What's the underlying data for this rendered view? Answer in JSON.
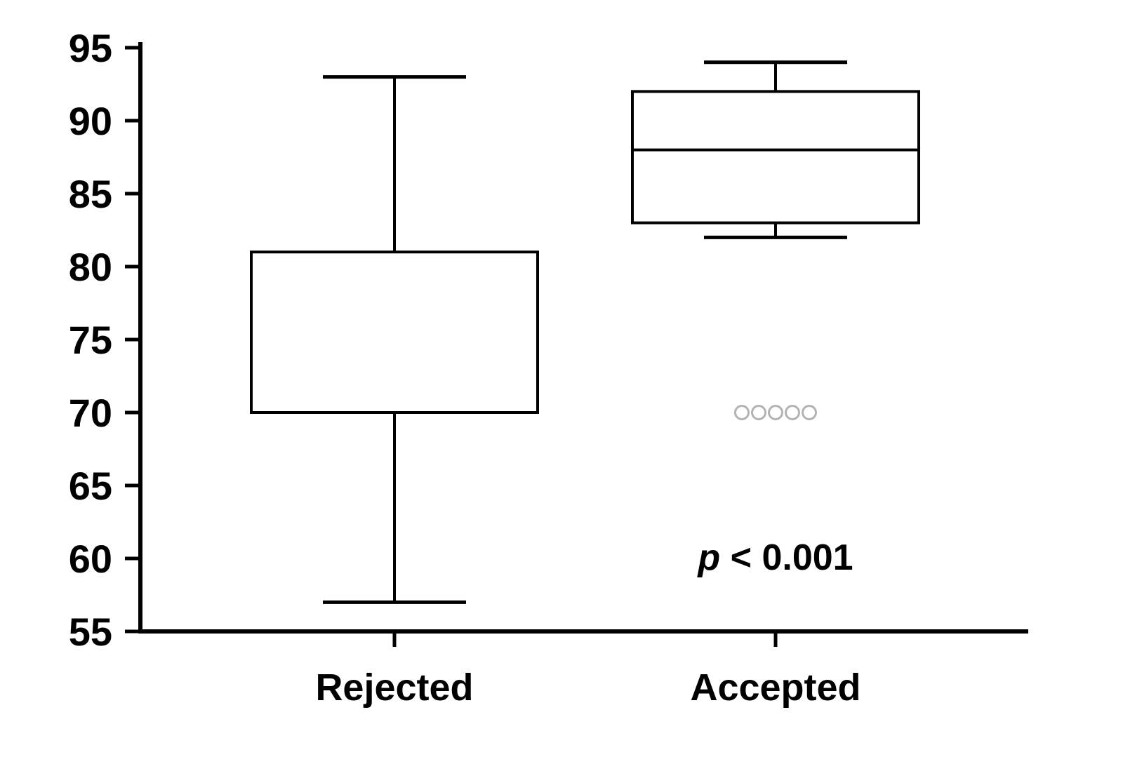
{
  "chart_data": {
    "type": "boxplot",
    "title": "",
    "xlabel": "",
    "ylabel": "",
    "ylim": [
      55,
      95
    ],
    "yticks": [
      95,
      90,
      85,
      80,
      75,
      70,
      65,
      60,
      55
    ],
    "categories": [
      "Rejected",
      "Accepted"
    ],
    "series": [
      {
        "name": "Rejected",
        "min": 57,
        "q1": 70,
        "median": 70,
        "q3": 81,
        "max": 93,
        "outliers": []
      },
      {
        "name": "Accepted",
        "min": 82,
        "q1": 83,
        "median": 88,
        "q3": 92,
        "max": 94,
        "outliers": [
          70,
          70,
          70,
          70,
          70
        ]
      }
    ],
    "annotation": {
      "text": "p < 0.001",
      "italic_part": "p",
      "regular_part": " < 0.001",
      "x_category_index": 1,
      "y_value": 60
    },
    "grid": false,
    "legend": false,
    "colors": {
      "axis": "#000000",
      "box_stroke": "#000000",
      "box_fill": "#ffffff",
      "outlier_stroke": "#b3b3b3",
      "background": "#ffffff",
      "text": "#000000"
    }
  }
}
